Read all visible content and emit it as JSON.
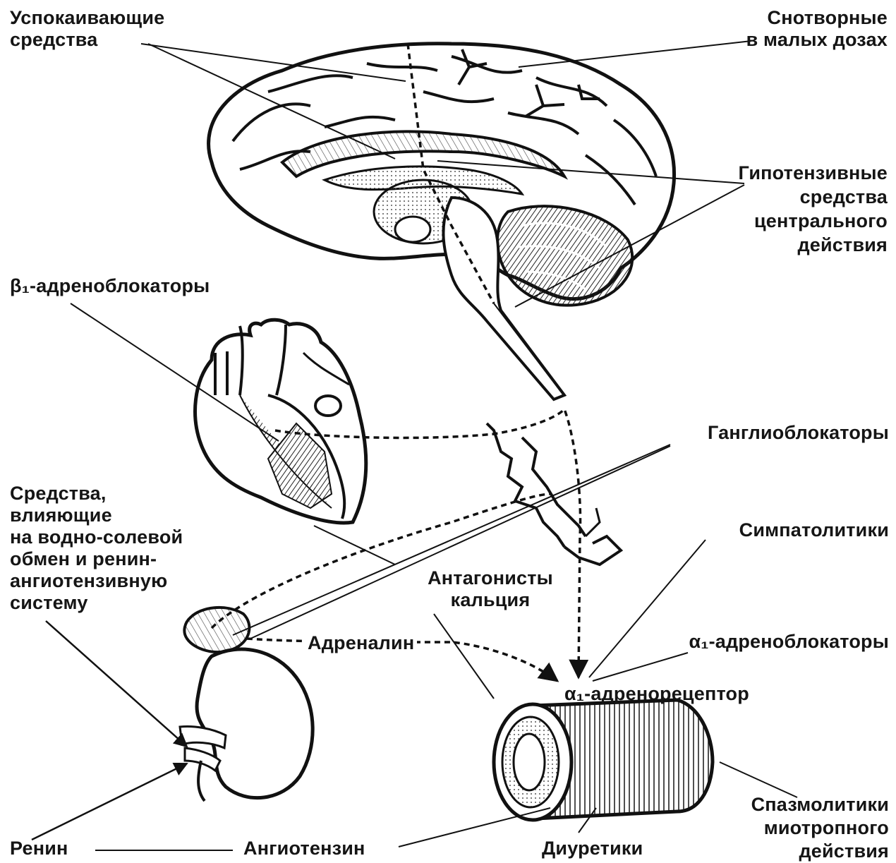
{
  "labels": {
    "sedatives": [
      "Успокаивающие",
      "средства"
    ],
    "hypnotics": [
      "Снотворные",
      "в малых дозах"
    ],
    "central_antihypertensives": [
      "Гипотензивные",
      "средства",
      "центрального",
      "действия"
    ],
    "beta_blockers": "β₁-адреноблокаторы",
    "ganglion_blockers": "Ганглиоблокаторы",
    "water_salt": [
      "Средства,",
      "влияющие",
      "на водно-солевой",
      "обмен и ренин-",
      "ангиотензивную",
      "систему"
    ],
    "sympatholytics": "Симпатолитики",
    "calcium_antagonists": [
      "Антагонисты",
      "кальция"
    ],
    "adrenaline": "Адреналин",
    "alpha_blockers": "α₁-адреноблокаторы",
    "alpha_receptor": "α₁-адренорецептор",
    "spasmolytics": [
      "Спазмолитики",
      "миотропного",
      "действия"
    ],
    "renin": "Ренин",
    "angiotensin": "Ангиотензин",
    "diuretics": "Диуретики"
  },
  "figures": {
    "brain": "brain-illustration",
    "heart": "heart-illustration",
    "kidney": "kidney-adrenal-illustration",
    "vessel": "blood-vessel-illustration"
  }
}
